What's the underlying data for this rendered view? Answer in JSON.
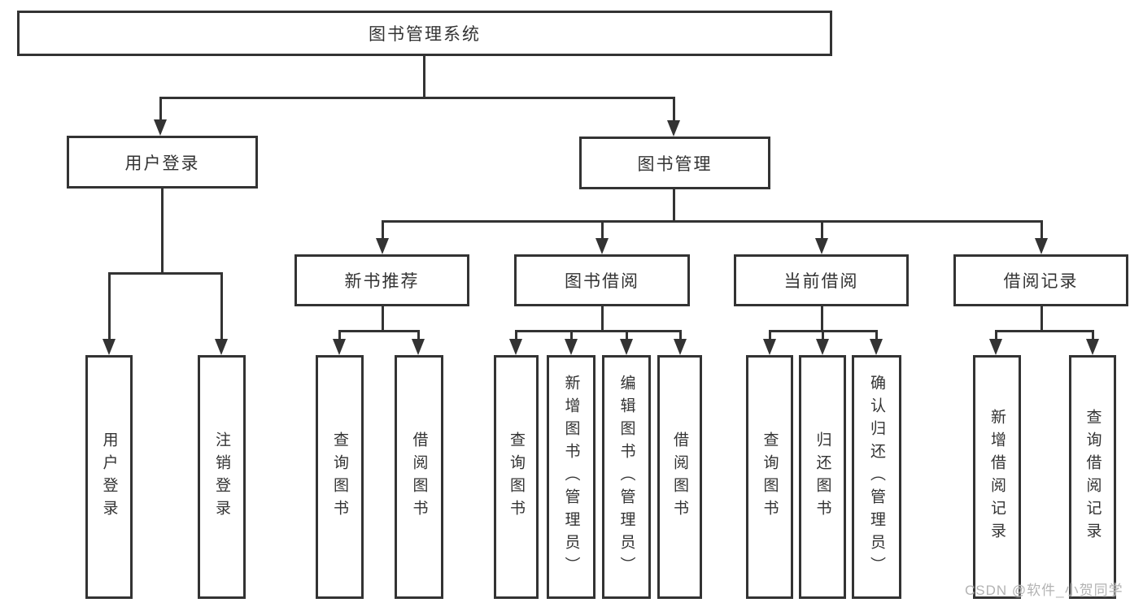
{
  "diagram": {
    "root": {
      "label": "图书管理系统"
    },
    "branches": [
      {
        "label": "用户登录",
        "children": [
          {
            "label": "用户登录"
          },
          {
            "label": "注销登录"
          }
        ]
      },
      {
        "label": "图书管理",
        "children": [
          {
            "label": "新书推荐",
            "children": [
              {
                "label": "查询图书"
              },
              {
                "label": "借阅图书"
              }
            ]
          },
          {
            "label": "图书借阅",
            "children": [
              {
                "label": "查询图书"
              },
              {
                "label": "新增图书（管理员）"
              },
              {
                "label": "编辑图书（管理员）"
              },
              {
                "label": "借阅图书"
              }
            ]
          },
          {
            "label": "当前借阅",
            "children": [
              {
                "label": "查询图书"
              },
              {
                "label": "归还图书"
              },
              {
                "label": "确认归还（管理员）"
              }
            ]
          },
          {
            "label": "借阅记录",
            "children": [
              {
                "label": "新增借阅记录"
              },
              {
                "label": "查询借阅记录"
              }
            ]
          }
        ]
      }
    ],
    "colors": {
      "line": "#333333",
      "text": "#333333",
      "box_background": "#ffffff",
      "watermark": "#b3b3b3"
    },
    "watermark": {
      "text": "CSDN @软件_小贺同学"
    }
  }
}
